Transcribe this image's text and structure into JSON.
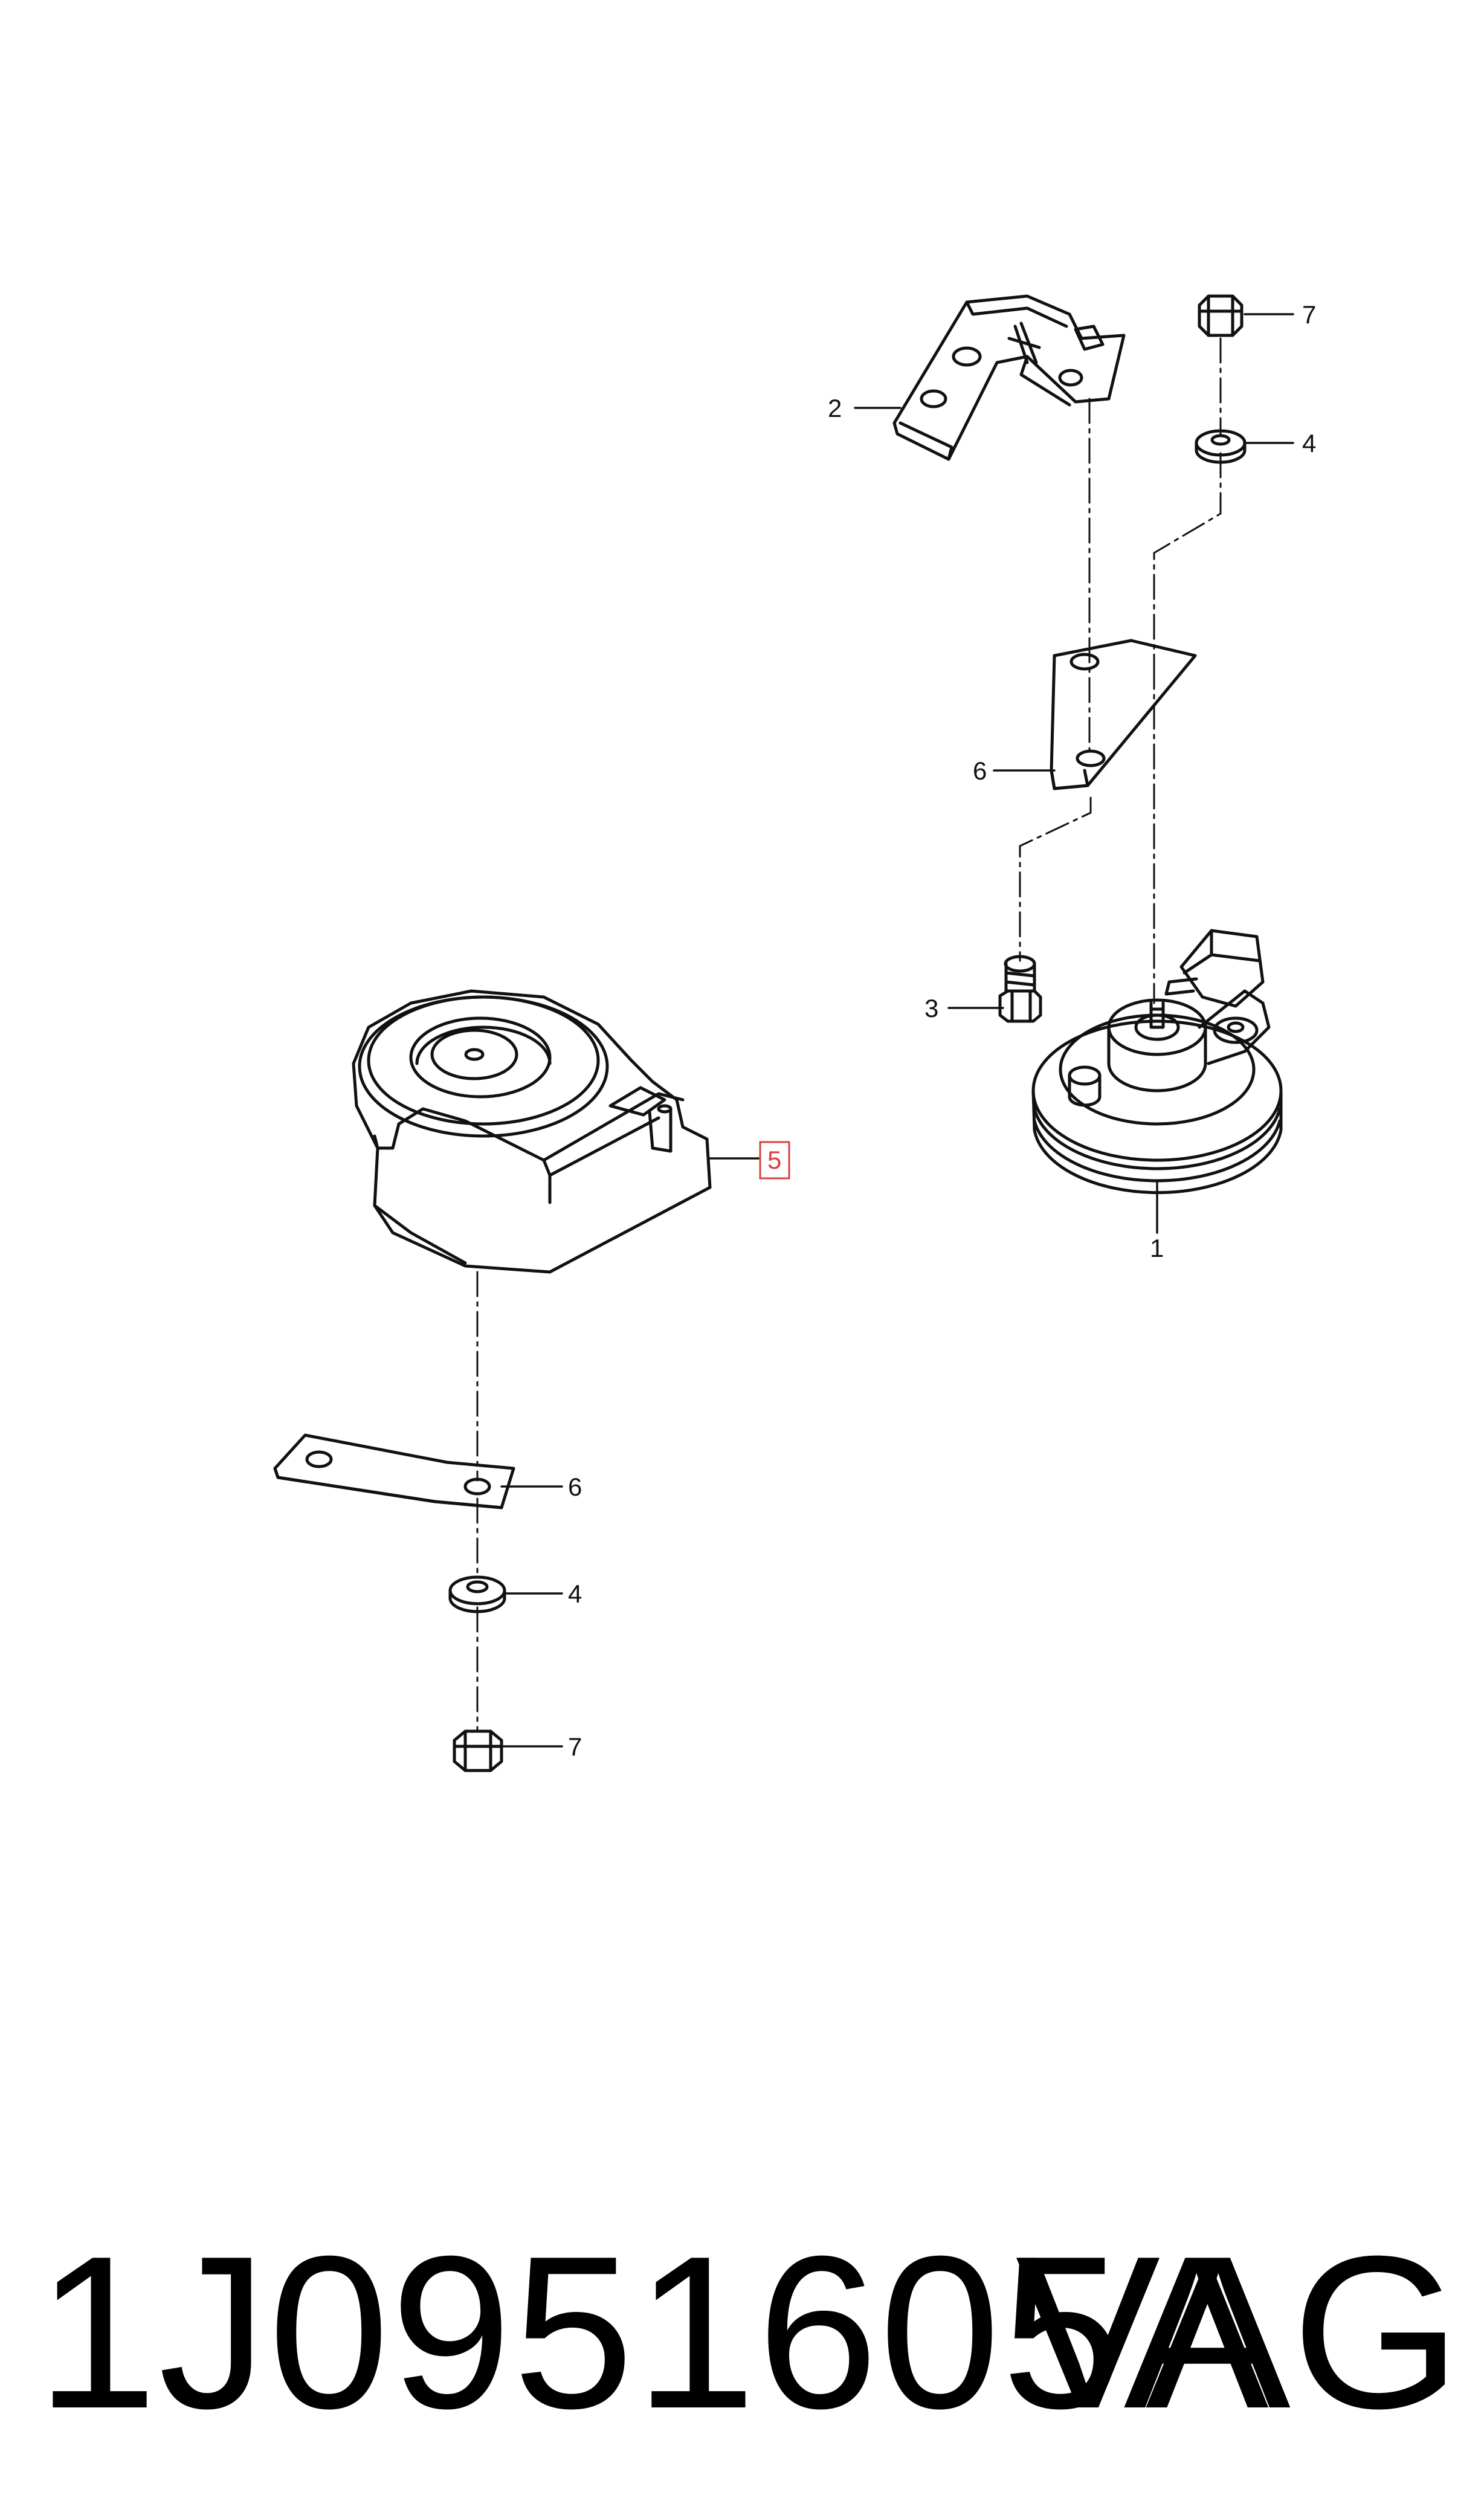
{
  "diagram": {
    "callouts": [
      {
        "id": "label-7-top",
        "text": "7"
      },
      {
        "id": "label-2",
        "text": "2"
      },
      {
        "id": "label-4-top",
        "text": "4"
      },
      {
        "id": "label-6-top",
        "text": "6"
      },
      {
        "id": "label-3",
        "text": "3"
      },
      {
        "id": "label-1",
        "text": "1"
      },
      {
        "id": "label-5",
        "text": "5"
      },
      {
        "id": "label-6-bottom",
        "text": "6"
      },
      {
        "id": "label-4-bottom",
        "text": "4"
      },
      {
        "id": "label-7-bottom",
        "text": "7"
      }
    ],
    "highlight_color": "#d94040"
  },
  "caption": {
    "part_number": "1J0951605A",
    "brand": "VAG"
  }
}
